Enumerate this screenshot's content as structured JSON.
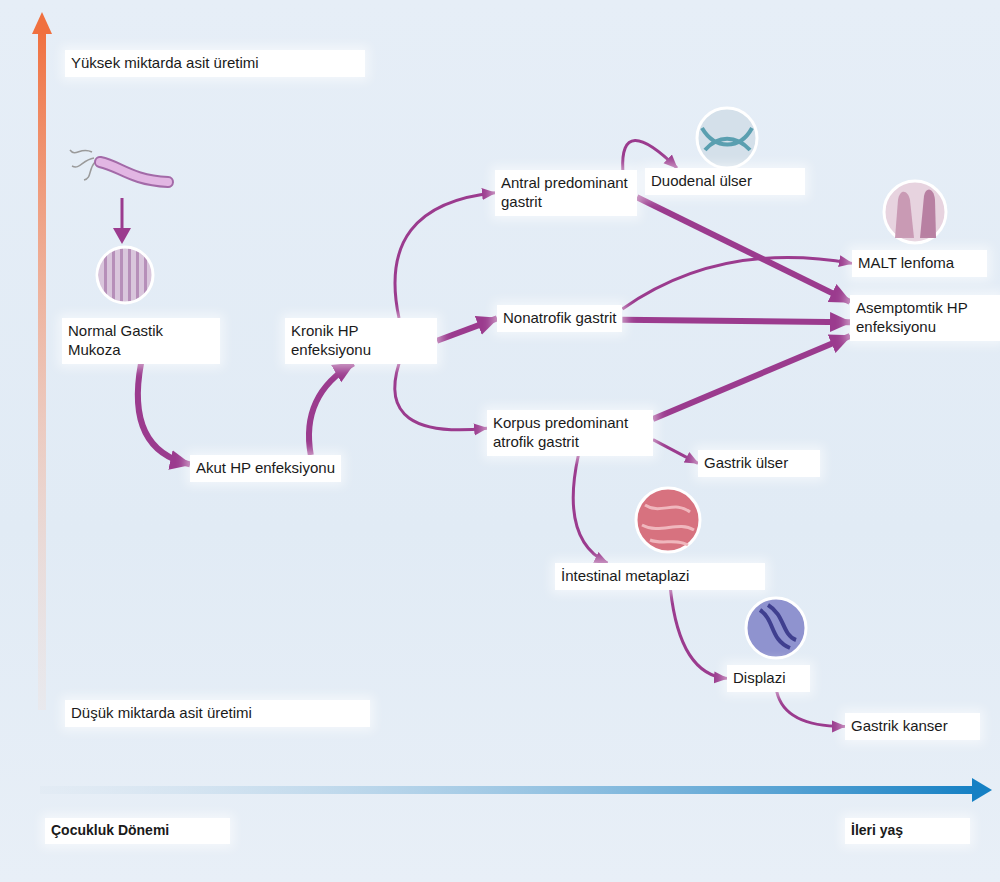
{
  "diagram": {
    "nodes": [
      {
        "text": [
          "Normal Gastik Mukoza"
        ]
      },
      {
        "text": [
          "Akut HP enfeksiyonu"
        ]
      },
      {
        "text": [
          "Kronik HP enfeksiyonu"
        ]
      },
      {
        "text": [
          "Antral predominant gastrit"
        ]
      },
      {
        "text": [
          "Nonatrofik gastrit"
        ]
      },
      {
        "text": [
          "Korpus predominant atrofik gastrit"
        ]
      },
      {
        "text": [
          "Duodenal ülser"
        ]
      },
      {
        "text": [
          "MALT lenfoma"
        ]
      },
      {
        "text": [
          "Asemptomtik HP enfeksiyonu"
        ]
      },
      {
        "text": [
          "Gastrik ülser"
        ]
      },
      {
        "text": [
          "İntestinal metaplazi"
        ]
      },
      {
        "text": [
          "Displazi"
        ]
      },
      {
        "text": [
          "Gastrik kanser"
        ]
      }
    ],
    "edges": [
      {
        "from": 0,
        "to": 1,
        "arrow": "to"
      },
      {
        "from": 1,
        "to": 2,
        "arrow": "to"
      },
      {
        "from": 2,
        "to": 3,
        "arrow": "to"
      },
      {
        "from": 2,
        "to": 4,
        "arrow": "to"
      },
      {
        "from": 2,
        "to": 5,
        "arrow": "to"
      },
      {
        "from": 3,
        "to": 6,
        "arrow": "to"
      },
      {
        "from": 3,
        "to": 8,
        "arrow": "to"
      },
      {
        "from": 4,
        "to": 7,
        "arrow": "to"
      },
      {
        "from": 4,
        "to": 8,
        "arrow": "to"
      },
      {
        "from": 5,
        "to": 8,
        "arrow": "to"
      },
      {
        "from": 5,
        "to": 9,
        "arrow": "to"
      },
      {
        "from": 5,
        "to": 10,
        "arrow": "to"
      },
      {
        "from": 10,
        "to": 11,
        "arrow": "to"
      },
      {
        "from": 11,
        "to": 12,
        "arrow": "to"
      }
    ],
    "labels": [
      "Yüksek miktarda asit üretimi",
      "Düşük miktarda asit üretimi",
      "Çocukluk Dönemi",
      "İleri yaş"
    ]
  }
}
